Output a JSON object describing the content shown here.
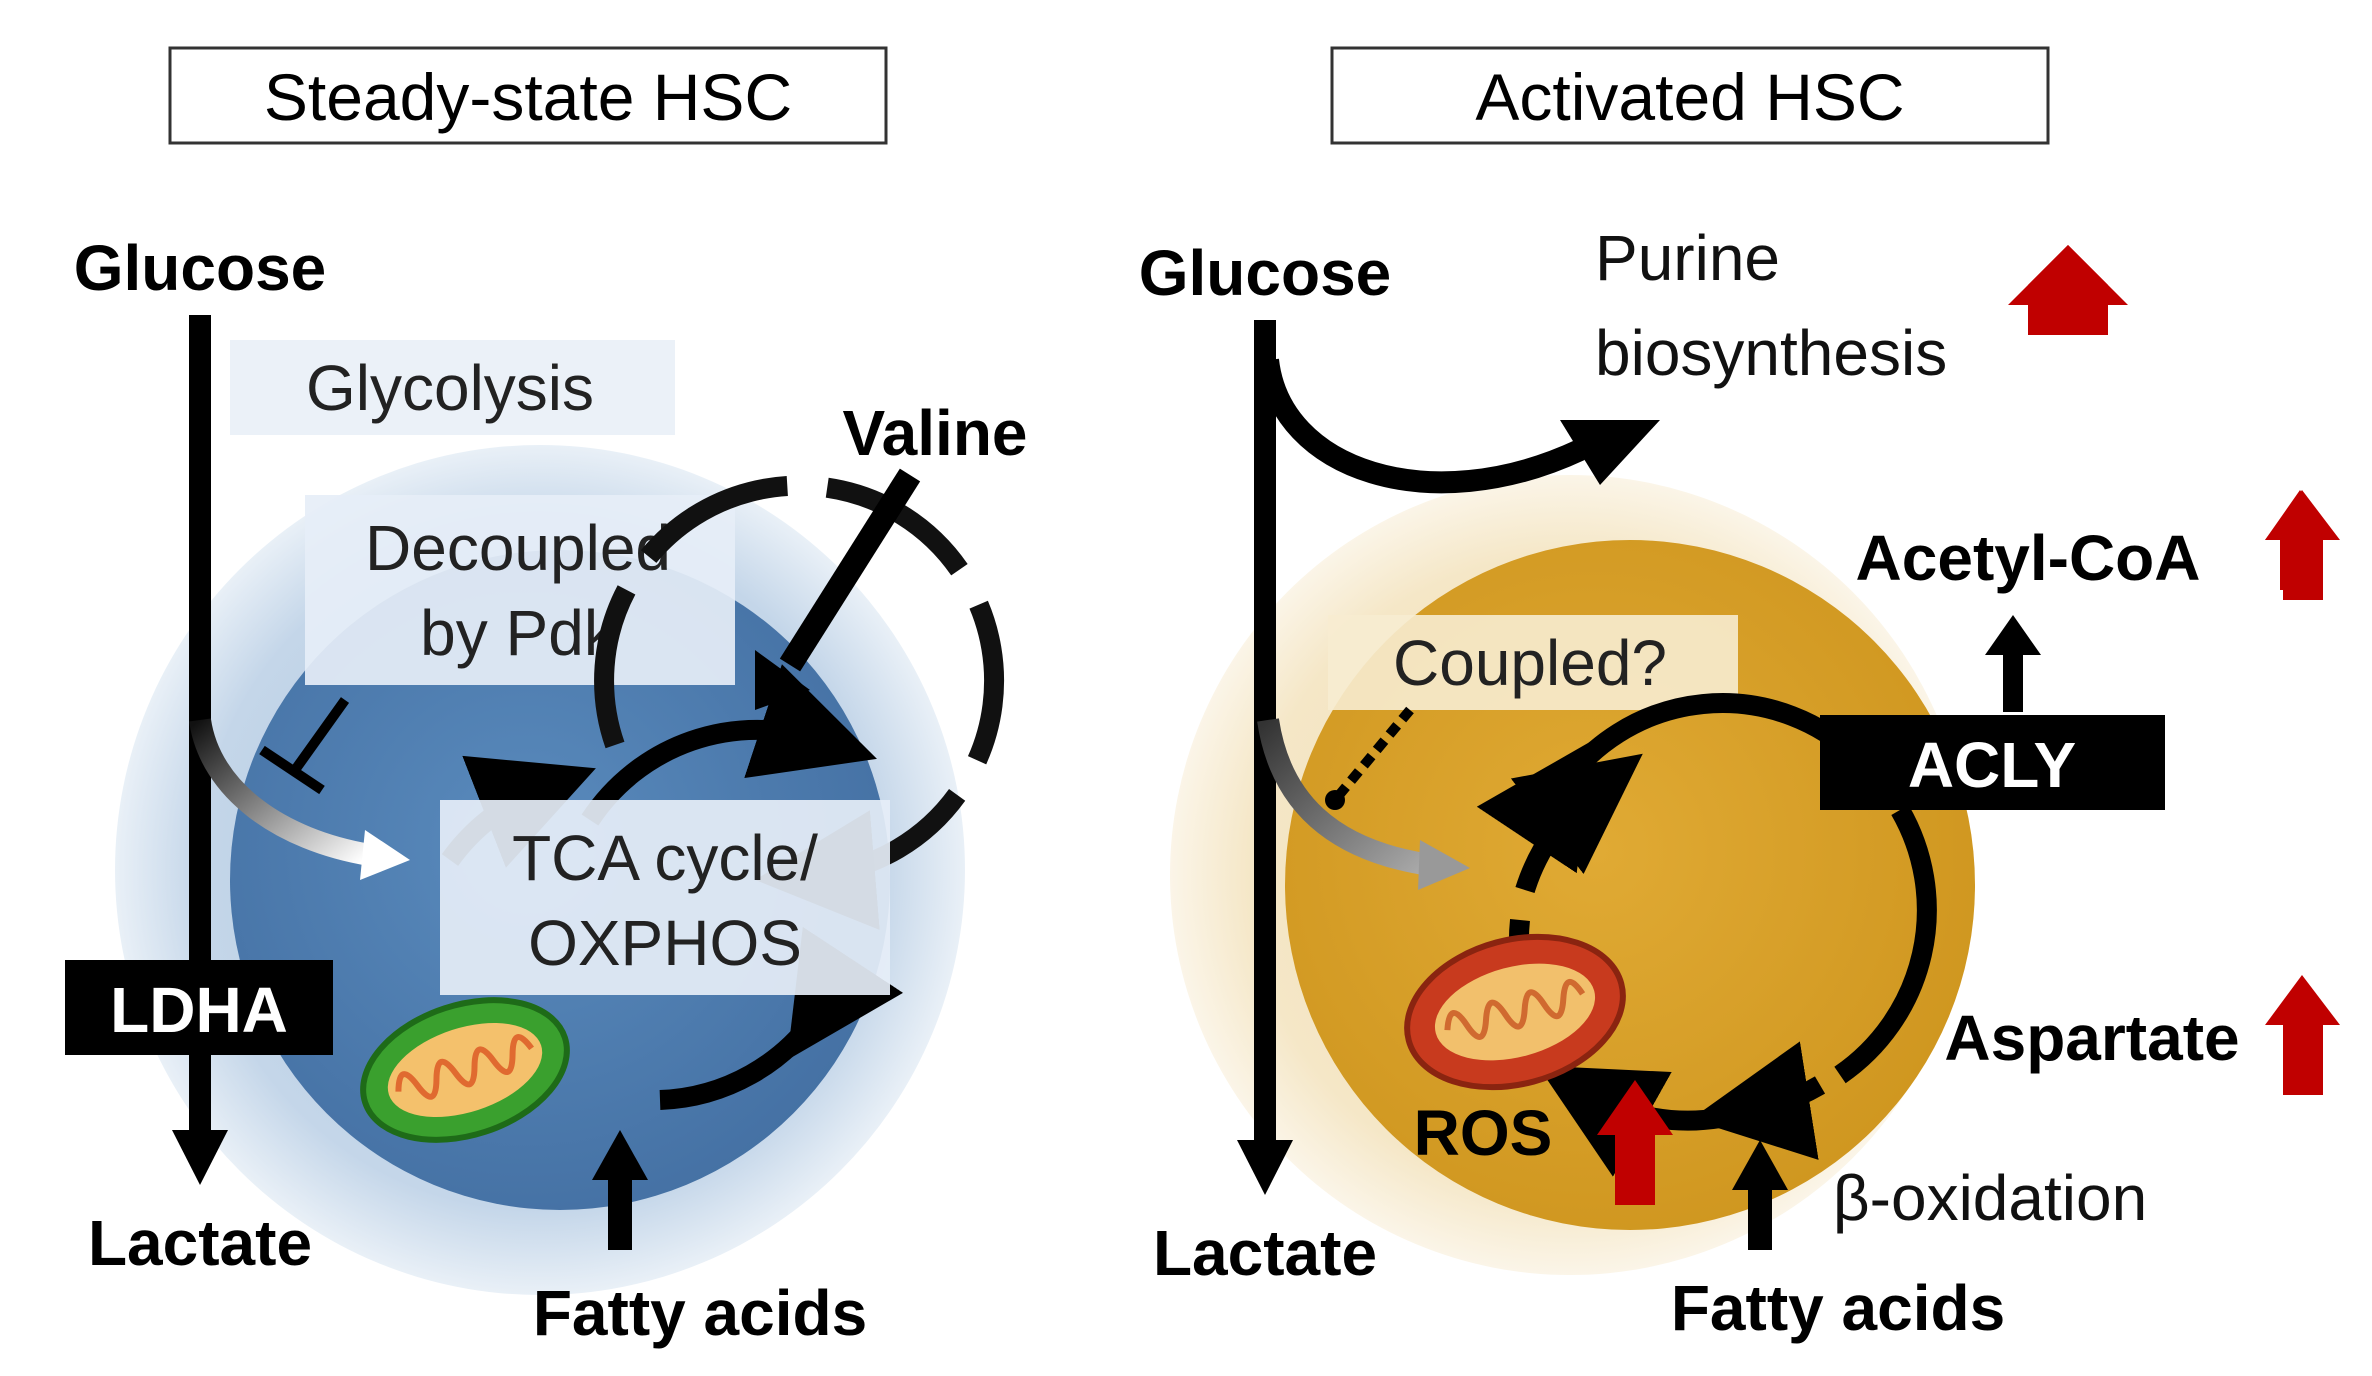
{
  "left_panel": {
    "title": "Steady-state HSC",
    "glucose": "Glucose",
    "glycolysis": "Glycolysis",
    "decoupled_line1": "Decoupled",
    "decoupled_line2": "by Pdk",
    "valine": "Valine",
    "tca_line1": "TCA cycle/",
    "tca_line2": "OXPHOS",
    "ldha": "LDHA",
    "lactate": "Lactate",
    "fatty_acids": "Fatty acids",
    "colors": {
      "outer_halo": "#c9d9ea",
      "cell": "#4f7fb1",
      "mitochondrion": "#3aa02e"
    }
  },
  "right_panel": {
    "title": "Activated HSC",
    "glucose": "Glucose",
    "purine_line1": "Purine",
    "purine_line2": "biosynthesis",
    "coupled": "Coupled?",
    "acetyl_coa": "Acetyl-CoA",
    "acly": "ACLY",
    "aspartate": "Aspartate",
    "ros": "ROS",
    "beta_oxidation": "β-oxidation",
    "lactate": "Lactate",
    "fatty_acids": "Fatty acids",
    "colors": {
      "outer_halo": "#f3e6c8",
      "cell": "#d9a025",
      "mitochondrion": "#c83a1e",
      "up_arrow": "#c00000"
    }
  }
}
